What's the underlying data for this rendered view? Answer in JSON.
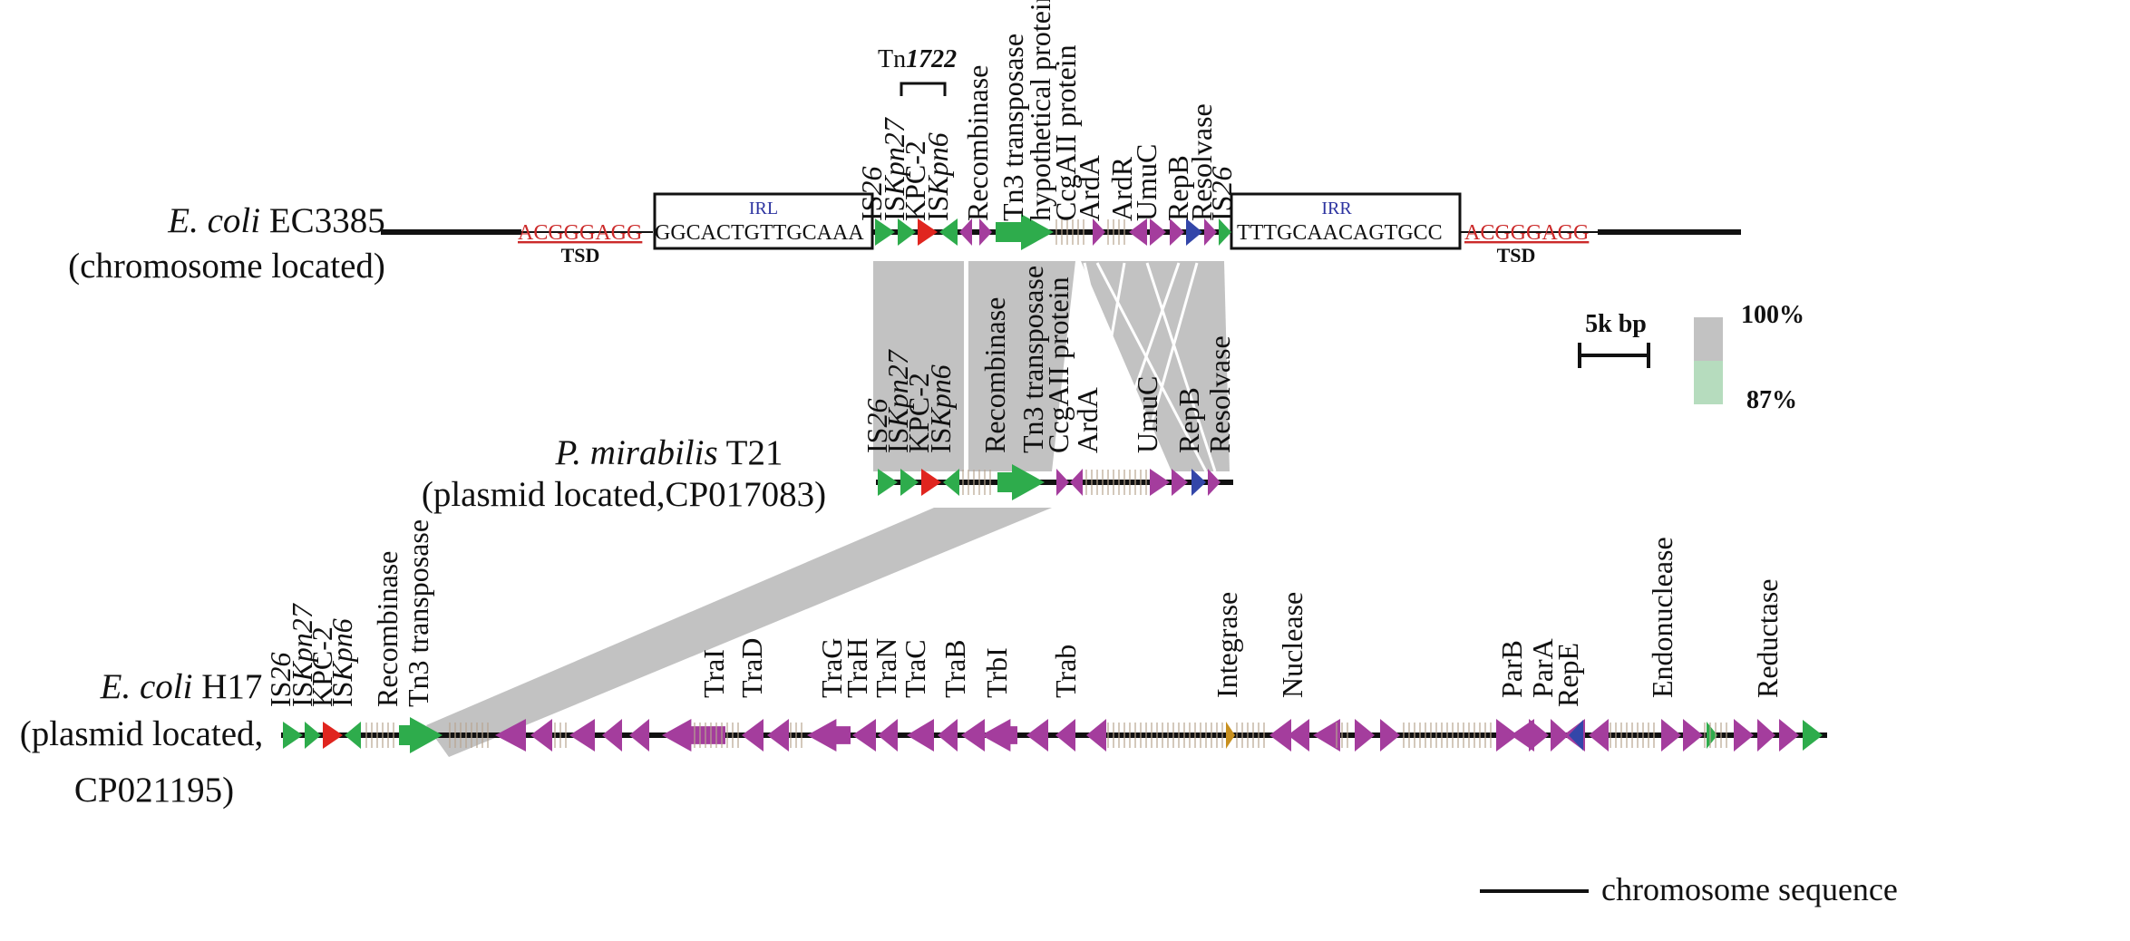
{
  "colors": {
    "is_element": "#2eac4c",
    "kpc": "#e0251f",
    "other_gene": "#a43d9d",
    "rep_gene": "#3346a9",
    "homology_high": "#c2c2c2",
    "homology_low": "#b6dcbe",
    "backbone": "#111111",
    "tsd_text": "#cc2a2a",
    "ir_label": "#2c33a0"
  },
  "tn_label": {
    "prefix": "Tn",
    "number": "1722"
  },
  "legend": {
    "scale_label": "5k bp",
    "identity_high": "100%",
    "identity_low": "87%",
    "chromosome_label": "chromosome sequence"
  },
  "tracks": [
    {
      "id": "ec3385",
      "name_italic": "E. coli",
      "name_rest": " EC3385",
      "subtitle": "(chromosome located)",
      "left_tsd": "ACGGGAGG",
      "left_ir_label": "IRL",
      "left_ir_seq": "GGCACTGTTGCAAA",
      "right_ir_label": "IRR",
      "right_ir_seq": "TTTGCAACAGTGCC",
      "right_tsd": "ACGGGAGG",
      "tsd_label": "TSD",
      "genes": [
        {
          "label": "IS26",
          "parts": [
            [
              "IS",
              false
            ],
            [
              "26",
              true
            ]
          ]
        },
        {
          "label": "ISKpn27",
          "parts": [
            [
              "IS",
              false
            ],
            [
              "Kpn27",
              true
            ]
          ]
        },
        {
          "label": "KPC-2",
          "parts": [
            [
              "KPC-2",
              false
            ]
          ]
        },
        {
          "label": "ISKpn6",
          "parts": [
            [
              "IS",
              false
            ],
            [
              "Kpn6",
              true
            ]
          ]
        },
        {
          "label": "Recombinase",
          "parts": [
            [
              "Recombinase",
              false
            ]
          ]
        },
        {
          "label": "Tn3 transposase",
          "parts": [
            [
              "Tn3 transposase",
              false
            ]
          ]
        },
        {
          "label": "hypothetical protein",
          "parts": [
            [
              "hypothetical protein",
              false
            ]
          ]
        },
        {
          "label": "CcgAII protein",
          "parts": [
            [
              "CcgAII protein",
              false
            ]
          ]
        },
        {
          "label": "ArdA",
          "parts": [
            [
              "ArdA",
              false
            ]
          ]
        },
        {
          "label": "ArdR",
          "parts": [
            [
              "ArdR",
              false
            ]
          ]
        },
        {
          "label": "UmuC",
          "parts": [
            [
              "UmuC",
              false
            ]
          ]
        },
        {
          "label": "RepB",
          "parts": [
            [
              "RepB",
              false
            ]
          ]
        },
        {
          "label": "Resolvase",
          "parts": [
            [
              "Resolvase",
              false
            ]
          ]
        },
        {
          "label": "IS26",
          "parts": [
            [
              "IS",
              false
            ],
            [
              "26",
              true
            ]
          ]
        }
      ]
    },
    {
      "id": "t21",
      "name_italic": "P. mirabilis",
      "name_rest": " T21",
      "subtitle": "(plasmid located,CP017083)",
      "genes": [
        {
          "label": "IS26",
          "parts": [
            [
              "IS",
              false
            ],
            [
              "26",
              true
            ]
          ]
        },
        {
          "label": "ISKpn27",
          "parts": [
            [
              "IS",
              false
            ],
            [
              "Kpn27",
              true
            ]
          ]
        },
        {
          "label": "KPC-2",
          "parts": [
            [
              "KPC-2",
              false
            ]
          ]
        },
        {
          "label": "ISKpn6",
          "parts": [
            [
              "IS",
              false
            ],
            [
              "Kpn6",
              true
            ]
          ]
        },
        {
          "label": "Recombinase",
          "parts": [
            [
              "Recombinase",
              false
            ]
          ]
        },
        {
          "label": "Tn3 transposase",
          "parts": [
            [
              "Tn3 transposase",
              false
            ]
          ]
        },
        {
          "label": "CcgAII protein",
          "parts": [
            [
              "CcgAII protein",
              false
            ]
          ]
        },
        {
          "label": "ArdA",
          "parts": [
            [
              "ArdA",
              false
            ]
          ]
        },
        {
          "label": "UmuC",
          "parts": [
            [
              "UmuC",
              false
            ]
          ]
        },
        {
          "label": "RepB",
          "parts": [
            [
              "RepB",
              false
            ]
          ]
        },
        {
          "label": "Resolvase",
          "parts": [
            [
              "Resolvase",
              false
            ]
          ]
        }
      ]
    },
    {
      "id": "h17",
      "name_italic": "E. coli",
      "name_rest": " H17",
      "subtitle": "(plasmid located,",
      "subtitle2": "CP021195)",
      "genes": [
        {
          "label": "IS26",
          "parts": [
            [
              "IS",
              false
            ],
            [
              "26",
              true
            ]
          ]
        },
        {
          "label": "ISKpn27",
          "parts": [
            [
              "IS",
              false
            ],
            [
              "Kpn27",
              true
            ]
          ]
        },
        {
          "label": "KPC-2",
          "parts": [
            [
              "KPC-2",
              false
            ]
          ]
        },
        {
          "label": "ISKpn6",
          "parts": [
            [
              "IS",
              false
            ],
            [
              "Kpn6",
              true
            ]
          ]
        },
        {
          "label": "Recombinase",
          "parts": [
            [
              "Recombinase",
              false
            ]
          ]
        },
        {
          "label": "Tn3 transposase",
          "parts": [
            [
              "Tn3 transposase",
              false
            ]
          ]
        },
        {
          "label": "TraI",
          "parts": [
            [
              "TraI",
              false
            ]
          ]
        },
        {
          "label": "TraD",
          "parts": [
            [
              "TraD",
              false
            ]
          ]
        },
        {
          "label": "TraG",
          "parts": [
            [
              "TraG",
              false
            ]
          ]
        },
        {
          "label": "TraH",
          "parts": [
            [
              "TraH",
              false
            ]
          ]
        },
        {
          "label": "TraN",
          "parts": [
            [
              "TraN",
              false
            ]
          ]
        },
        {
          "label": "TraC",
          "parts": [
            [
              "TraC",
              false
            ]
          ]
        },
        {
          "label": "TraB",
          "parts": [
            [
              "TraB",
              false
            ]
          ]
        },
        {
          "label": "TrbI",
          "parts": [
            [
              "TrbI",
              false
            ]
          ]
        },
        {
          "label": "Trab",
          "parts": [
            [
              "Trab",
              false
            ]
          ]
        },
        {
          "label": "Integrase",
          "parts": [
            [
              "Integrase",
              false
            ]
          ]
        },
        {
          "label": "Nuclease",
          "parts": [
            [
              "Nuclease",
              false
            ]
          ]
        },
        {
          "label": "ParB",
          "parts": [
            [
              "ParB",
              false
            ]
          ]
        },
        {
          "label": "ParA",
          "parts": [
            [
              "ParA",
              false
            ]
          ]
        },
        {
          "label": "RepE",
          "parts": [
            [
              "RepE",
              false
            ]
          ]
        },
        {
          "label": "Endonuclease",
          "parts": [
            [
              "Endonuclease",
              false
            ]
          ]
        },
        {
          "label": "Reductase",
          "parts": [
            [
              "Reductase",
              false
            ]
          ]
        }
      ]
    }
  ]
}
